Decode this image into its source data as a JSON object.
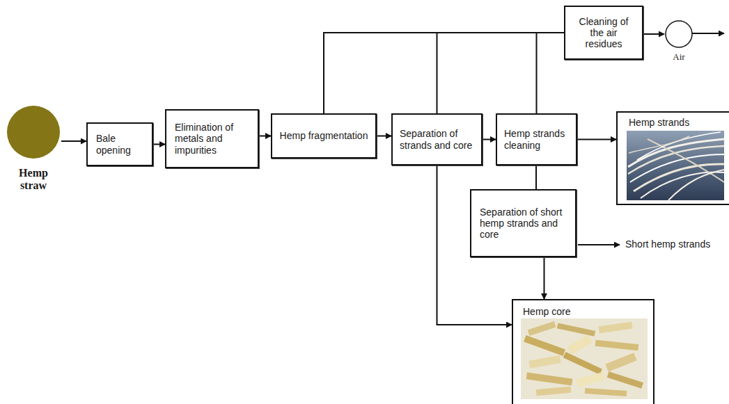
{
  "diagram": {
    "nodes": [
      {
        "text": [
          "Hemp straw"
        ]
      },
      {
        "text": [
          "Bale opening"
        ]
      },
      {
        "text": [
          "Elimination of metals and impurities"
        ]
      },
      {
        "text": [
          "Hemp fragmentation"
        ]
      },
      {
        "text": [
          "Separation of strands and core"
        ]
      },
      {
        "text": [
          "Hemp strands cleaning"
        ]
      },
      {
        "text": [
          "Cleaning of the air residues"
        ]
      },
      {
        "text": [
          "Air"
        ]
      },
      {
        "text": [
          "Hemp strands"
        ]
      },
      {
        "text": [
          "Separation of short hemp strands and core"
        ]
      },
      {
        "text": [
          "Hemp core"
        ]
      }
    ],
    "edges": [
      {
        "from": 0,
        "to": 1,
        "arrow": "to"
      },
      {
        "from": 1,
        "to": 2,
        "arrow": "to"
      },
      {
        "from": 2,
        "to": 3,
        "arrow": "to"
      },
      {
        "from": 3,
        "to": 4,
        "arrow": "to"
      },
      {
        "from": 4,
        "to": 5,
        "arrow": "to"
      },
      {
        "from": 5,
        "to": 8,
        "arrow": "to"
      },
      {
        "from": 3,
        "to": 6,
        "arrow": "none"
      },
      {
        "from": 4,
        "to": 6,
        "arrow": "none"
      },
      {
        "from": 5,
        "to": 6,
        "arrow": "none"
      },
      {
        "from": 6,
        "to": 7,
        "arrow": "to"
      },
      {
        "from": 5,
        "to": 9,
        "arrow": "none"
      },
      {
        "from": 9,
        "to": 10,
        "arrow": "to"
      },
      {
        "from": 4,
        "to": 10,
        "arrow": "to"
      }
    ],
    "labels": [
      "Short hemp strands"
    ]
  }
}
